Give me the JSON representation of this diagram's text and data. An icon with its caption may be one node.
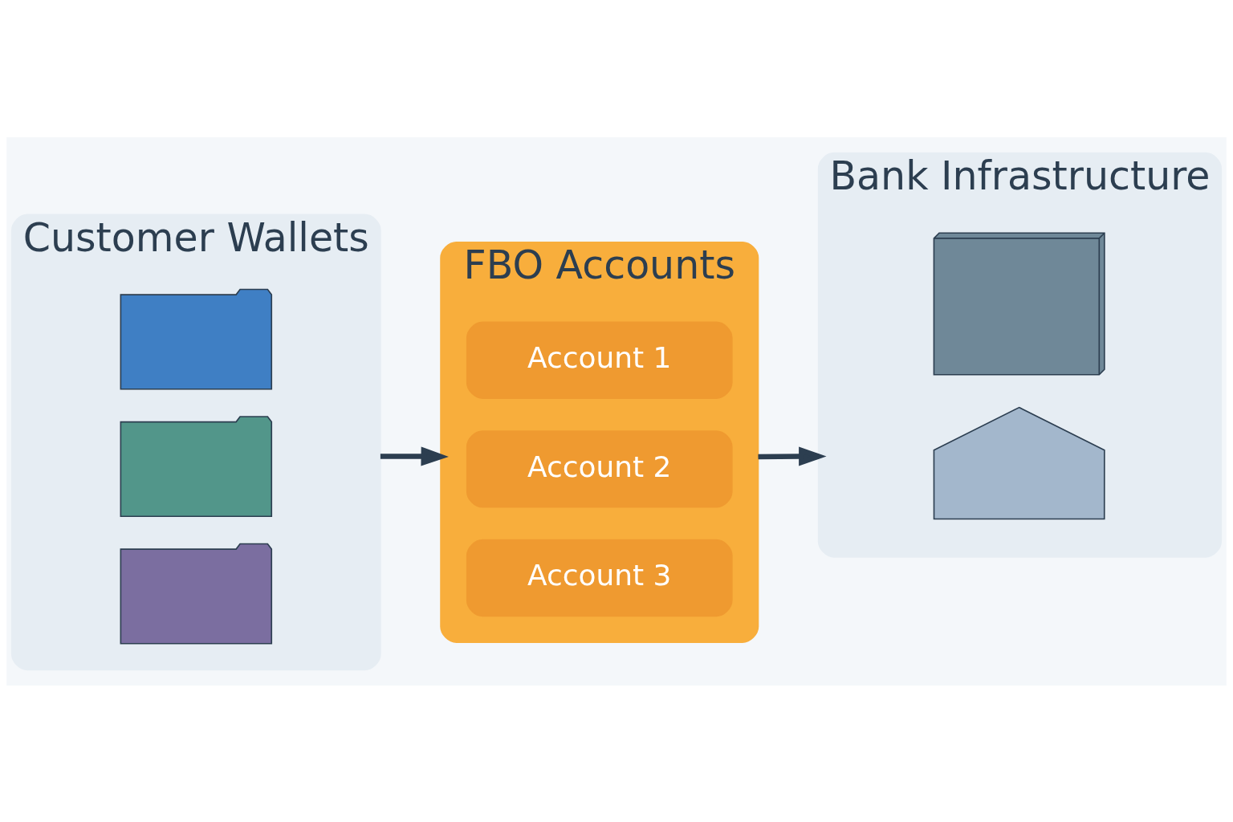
{
  "diagram": {
    "nodes": [
      {
        "text": [
          "Customer Wallets"
        ]
      },
      {
        "text": [],
        "shape": "wallet",
        "in": 0
      },
      {
        "text": [],
        "shape": "wallet",
        "in": 0
      },
      {
        "text": [],
        "shape": "wallet",
        "in": 0
      },
      {
        "text": [
          "FBO Accounts"
        ]
      },
      {
        "text": [
          "Account 1"
        ],
        "in": 4
      },
      {
        "text": [
          "Account 2"
        ],
        "in": 4
      },
      {
        "text": [
          "Account 3"
        ],
        "in": 4
      },
      {
        "text": [
          "Bank Infrastructure"
        ]
      },
      {
        "text": [],
        "shape": "server",
        "in": 8
      },
      {
        "text": [],
        "shape": "building",
        "in": 8
      }
    ],
    "edges": [
      {
        "from": 0,
        "to": 4,
        "arrow": "to"
      },
      {
        "from": 4,
        "to": 8,
        "arrow": "to"
      }
    ]
  }
}
